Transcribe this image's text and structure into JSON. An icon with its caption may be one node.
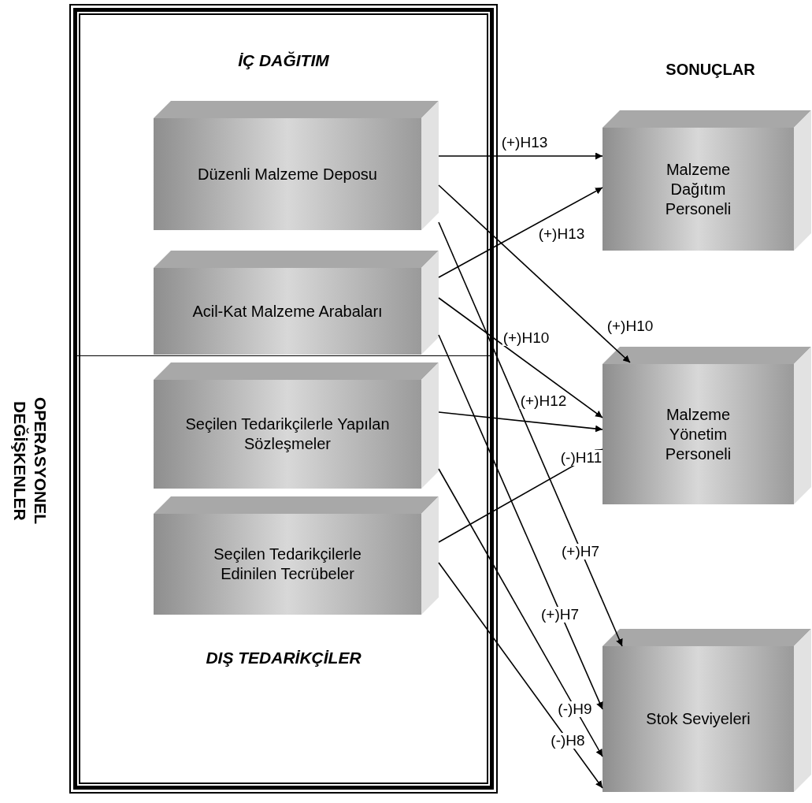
{
  "diagram": {
    "nodes": [
      {
        "text": [
          "OPERASYONEL DEĞİŞKENLER"
        ]
      },
      {
        "text": [
          "İÇ DAĞITIM"
        ],
        "in": 0
      },
      {
        "text": [
          "Düzenli Malzeme Deposu"
        ],
        "in": 1
      },
      {
        "text": [
          "Acil-Kat Malzeme Arabaları"
        ],
        "in": 1
      },
      {
        "text": [
          "DIŞ TEDARİKÇİLER"
        ],
        "in": 0
      },
      {
        "text": [
          "Seçilen Tedarikçilerle Yapılan Sözleşmeler"
        ],
        "in": 4
      },
      {
        "text": [
          "Seçilen Tedarikçilerle Edinilen Tecrübeler"
        ],
        "in": 4
      },
      {
        "text": [
          "Malzeme Dağıtım Personeli"
        ]
      },
      {
        "text": [
          "Malzeme Yönetim Personeli"
        ]
      },
      {
        "text": [
          "Stok Seviyeleri"
        ]
      }
    ],
    "edges": [
      {
        "from": 2,
        "to": 7,
        "arrow": "to",
        "label": "(+)H13"
      },
      {
        "from": 3,
        "to": 7,
        "arrow": "to",
        "label": "(+)H13"
      },
      {
        "from": 2,
        "to": 8,
        "arrow": "to",
        "label": "(+)H10"
      },
      {
        "from": 3,
        "to": 8,
        "arrow": "to",
        "label": "(+)H10"
      },
      {
        "from": 5,
        "to": 8,
        "arrow": "to",
        "label": "(+)H12"
      },
      {
        "from": 6,
        "to": 8,
        "arrow": "to",
        "label": "(-)H11"
      },
      {
        "from": 2,
        "to": 9,
        "arrow": "to",
        "label": "(+)H7"
      },
      {
        "from": 3,
        "to": 9,
        "arrow": "to",
        "label": "(+)H7"
      },
      {
        "from": 5,
        "to": 9,
        "arrow": "to",
        "label": "(-)H9"
      },
      {
        "from": 6,
        "to": 9,
        "arrow": "to",
        "label": "(-)H8"
      }
    ],
    "labels": [
      "SONUÇLAR"
    ]
  }
}
